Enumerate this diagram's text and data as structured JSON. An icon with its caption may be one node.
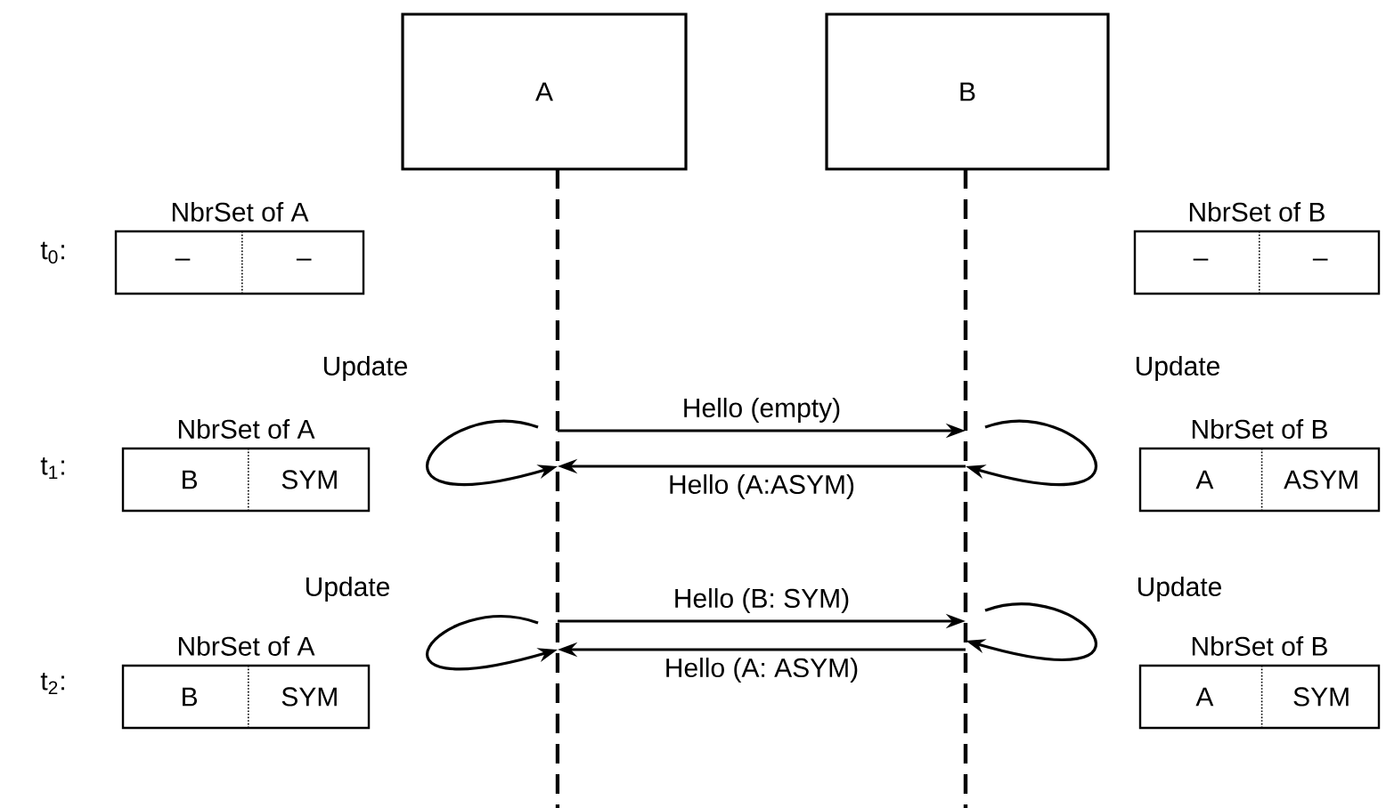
{
  "diagram": {
    "nodes": [
      {
        "text": [
          "A"
        ]
      },
      {
        "text": [
          "B"
        ]
      },
      {
        "text": [],
        "shape": "line"
      },
      {
        "text": [],
        "shape": "line"
      },
      {
        "text": [
          "NbrSet of A",
          "–",
          "–"
        ]
      },
      {
        "text": [
          "NbrSet of B",
          "–",
          "–"
        ]
      },
      {
        "text": [
          "NbrSet of A",
          "B",
          "SYM"
        ]
      },
      {
        "text": [
          "NbrSet of B",
          "A",
          "ASYM"
        ]
      },
      {
        "text": [
          "NbrSet of A",
          "B",
          "SYM"
        ]
      },
      {
        "text": [
          "NbrSet of B",
          "A",
          "SYM"
        ]
      }
    ],
    "edges": [
      {
        "from": 2,
        "to": 2,
        "arrow": "to",
        "label": "Update"
      },
      {
        "from": 3,
        "to": 3,
        "arrow": "to",
        "label": "Update"
      },
      {
        "from": 2,
        "to": 3,
        "arrow": "to",
        "label": "Hello (empty)"
      },
      {
        "from": 3,
        "to": 2,
        "arrow": "to",
        "label": "Hello (A:ASYM)"
      },
      {
        "from": 2,
        "to": 2,
        "arrow": "to",
        "label": "Update"
      },
      {
        "from": 3,
        "to": 3,
        "arrow": "to",
        "label": "Update"
      },
      {
        "from": 2,
        "to": 3,
        "arrow": "to",
        "label": "Hello (B: SYM)"
      },
      {
        "from": 3,
        "to": 2,
        "arrow": "to",
        "label": "Hello (A: ASYM)"
      }
    ],
    "labels": [
      "t$_{0}$:",
      "t$_{1}$:",
      "t$_{2}$:"
    ]
  }
}
